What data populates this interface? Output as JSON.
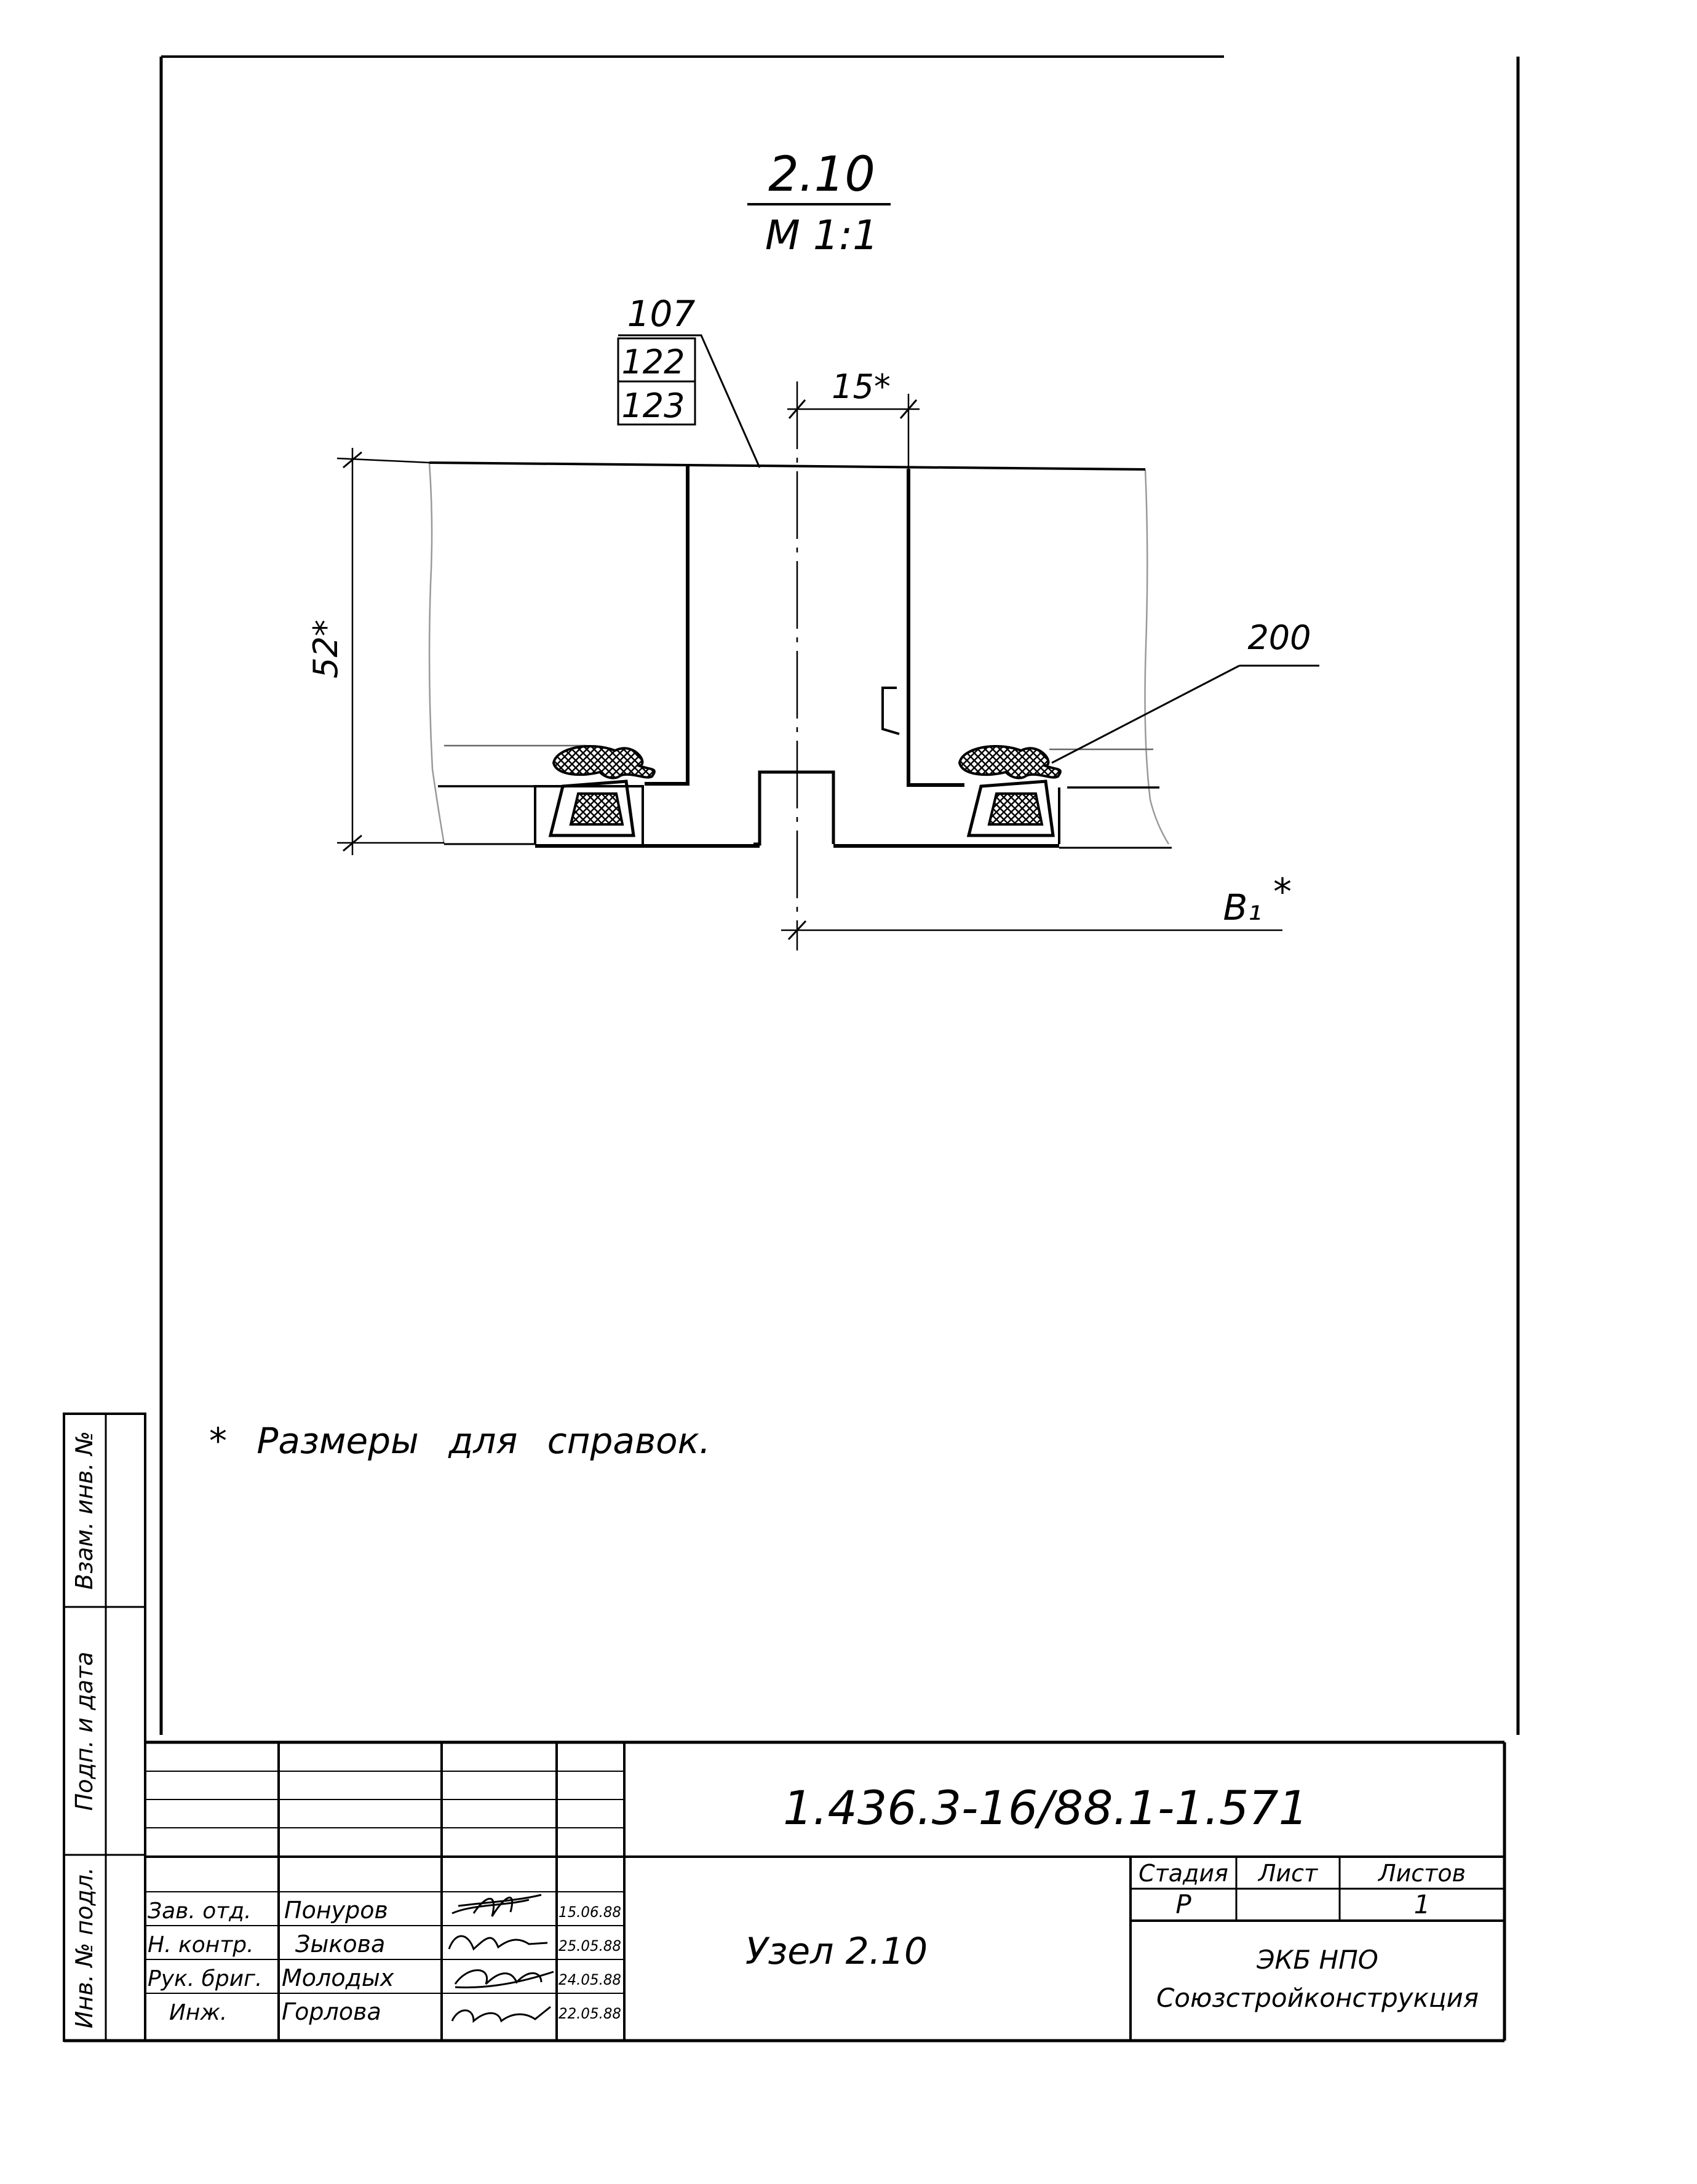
{
  "drawing": {
    "node_title": "2.10",
    "scale": "М 1:1",
    "leader_labels": [
      "107",
      "122",
      "123"
    ],
    "seal_label": "200",
    "dim_width": "15*",
    "dim_height": "52*",
    "dim_b1": "B₁",
    "dim_b1_star": "*",
    "note": "* Размеры для справок."
  },
  "side_stamp": {
    "inv_no_podl": "Инв. № подл.",
    "podp_i_data": "Подп. и дата",
    "vzam_inv_no": "Взам. инв. №"
  },
  "title_block": {
    "doc_code": "1.436.3-16/88.1-1.571",
    "title": "Узел 2.10",
    "stage_header": "Стадия",
    "sheet_header": "Лист",
    "sheets_header": "Листов",
    "stage": "Р",
    "sheet": "",
    "sheets": "1",
    "org_line1": "ЭКБ НПО",
    "org_line2": "Союзстройконструкция",
    "staff": [
      {
        "role": "Зав. отд.",
        "name": "Понуров",
        "date": "15.06.88"
      },
      {
        "role": "Н. контр.",
        "name": "Зыкова",
        "date": "25.05.88"
      },
      {
        "role": "Рук. бриг.",
        "name": "Молодых",
        "date": "24.05.88"
      },
      {
        "role": "Инж.",
        "name": "Горлова",
        "date": "22.05.88"
      }
    ]
  }
}
